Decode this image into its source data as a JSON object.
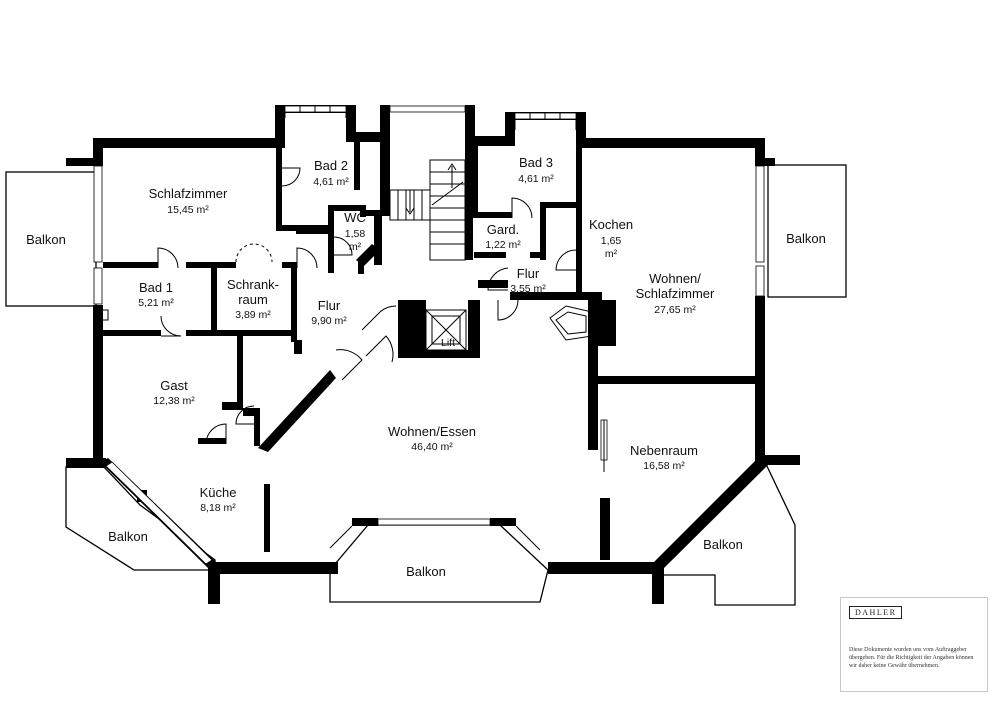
{
  "rooms": [
    {
      "id": "balkon-west",
      "name": "Balkon",
      "area": ""
    },
    {
      "id": "schlafzimmer",
      "name": "Schlafzimmer",
      "area": "15,45 m²"
    },
    {
      "id": "bad2",
      "name": "Bad 2",
      "area": "4,61 m²"
    },
    {
      "id": "wc",
      "name": "WC",
      "area": "1,58 m²"
    },
    {
      "id": "bad3",
      "name": "Bad 3",
      "area": "4,61 m²"
    },
    {
      "id": "gard",
      "name": "Gard.",
      "area": "1,22 m²"
    },
    {
      "id": "kochen",
      "name": "Kochen",
      "area": "1,65 m²"
    },
    {
      "id": "balkon-east",
      "name": "Balkon",
      "area": ""
    },
    {
      "id": "bad1",
      "name": "Bad 1",
      "area": "5,21 m²"
    },
    {
      "id": "schrankraum",
      "name": "Schrank-raum",
      "area": "3,89 m²"
    },
    {
      "id": "flur-west",
      "name": "Flur",
      "area": "9,90 m²"
    },
    {
      "id": "flur-east",
      "name": "Flur",
      "area": "3,55 m²"
    },
    {
      "id": "wohnen-schlafzimmer",
      "name": "Wohnen/ Schlafzimmer",
      "area": "27,65 m²"
    },
    {
      "id": "lift",
      "name": "Lift",
      "area": ""
    },
    {
      "id": "gast",
      "name": "Gast",
      "area": "12,38 m²"
    },
    {
      "id": "wohnen-essen",
      "name": "Wohnen/Essen",
      "area": "46,40 m²"
    },
    {
      "id": "nebenraum",
      "name": "Nebenraum",
      "area": "16,58 m²"
    },
    {
      "id": "kueche",
      "name": "Küche",
      "area": "8,18 m²"
    },
    {
      "id": "balkon-southwest",
      "name": "Balkon",
      "area": ""
    },
    {
      "id": "balkon-south",
      "name": "Balkon",
      "area": ""
    },
    {
      "id": "balkon-southeast",
      "name": "Balkon",
      "area": ""
    }
  ],
  "disclaimer": {
    "brand": "DAHLER",
    "text": "Diese Dokumente wurden uns vom Auftraggeber übergeben. Für die Richtigkeit der Angaben können wir daher keine Gewähr übernehmen."
  }
}
